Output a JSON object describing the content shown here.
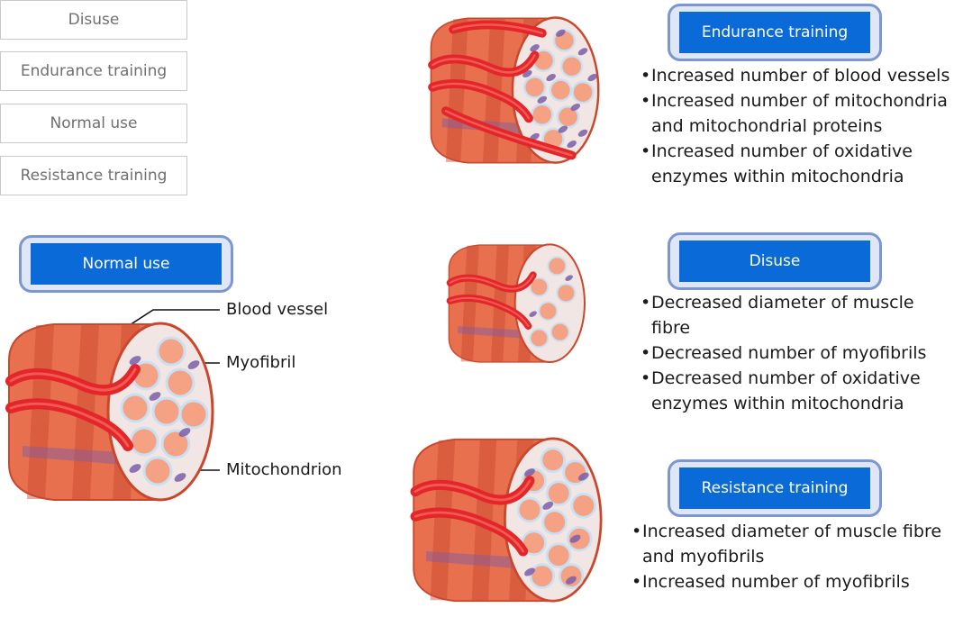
{
  "options": [
    "Disuse",
    "Endurance training",
    "Normal use",
    "Resistance training"
  ],
  "normal": {
    "label": "Normal use",
    "callouts": {
      "blood_vessel": "Blood vessel",
      "myofibril": "Myofibril",
      "mitochondrion": "Mitochondrion"
    }
  },
  "endurance": {
    "label": "Endurance training",
    "bullets": [
      "Increased number of blood vessels",
      "Increased number of mitochondria and mitochondrial proteins",
      "Increased number of oxidative enzymes within mitochondria"
    ]
  },
  "disuse": {
    "label": "Disuse",
    "bullets": [
      "Decreased diameter of muscle fibre",
      "Decreased number of myofibrils",
      "Decreased number of oxidative enzymes within mitochondria"
    ]
  },
  "resistance": {
    "label": "Resistance training",
    "bullets": [
      "Increased diameter of muscle fibre and myofibrils",
      "Increased number of myofibrils"
    ]
  },
  "colors": {
    "muscle": "#e8704f",
    "muscle_dark": "#c9472c",
    "vessel": "#e3262a",
    "face": "#f2e6e4",
    "myofibril": "#f4a184",
    "mitochondrion": "#7a5ea8",
    "accent": "#0a6ad8"
  }
}
